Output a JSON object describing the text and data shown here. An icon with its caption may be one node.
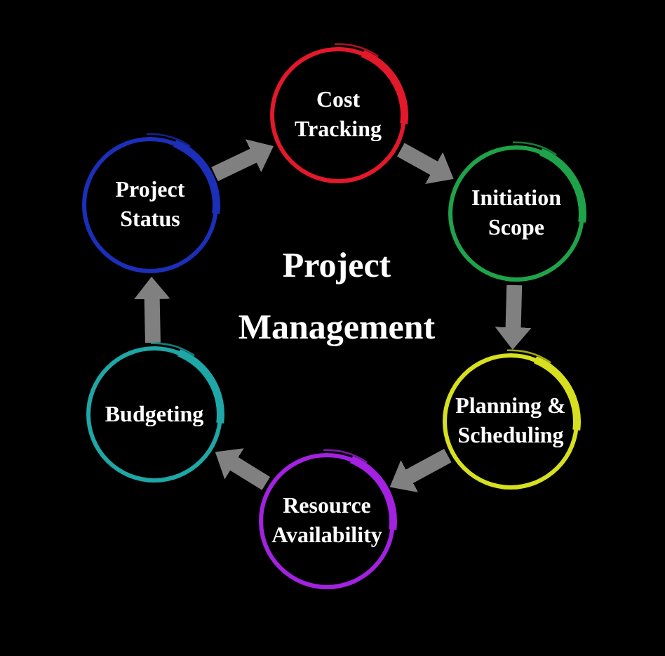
{
  "diagram": {
    "title": "Project Management",
    "nodes": [
      {
        "text": [
          "Cost Tracking"
        ]
      },
      {
        "text": [
          "Project Status"
        ]
      },
      {
        "text": [
          "Initiation Scope"
        ]
      },
      {
        "text": [
          "Budgeting"
        ]
      },
      {
        "text": [
          "Planning & Scheduling"
        ]
      },
      {
        "text": [
          "Resource Availability"
        ]
      }
    ],
    "edges": [
      {
        "from": 1,
        "to": 0,
        "arrow": "to"
      },
      {
        "from": 0,
        "to": 2,
        "arrow": "to"
      },
      {
        "from": 2,
        "to": 4,
        "arrow": "to"
      },
      {
        "from": 4,
        "to": 5,
        "arrow": "to"
      },
      {
        "from": 5,
        "to": 3,
        "arrow": "to"
      },
      {
        "from": 3,
        "to": 1,
        "arrow": "to"
      }
    ]
  }
}
